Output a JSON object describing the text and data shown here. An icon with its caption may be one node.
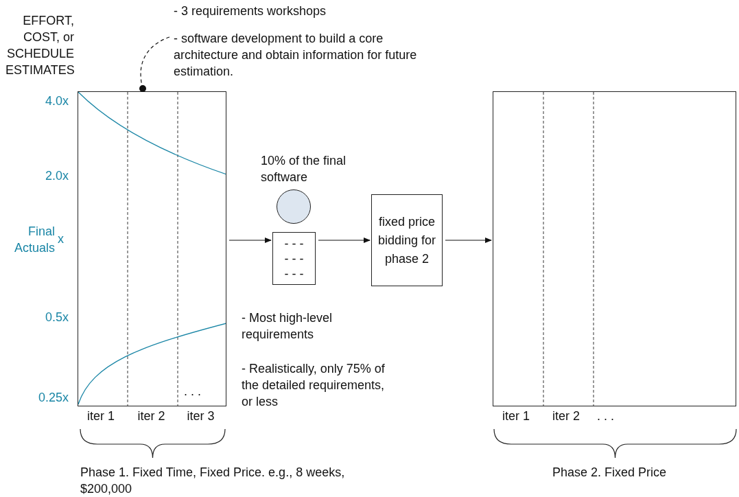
{
  "diagram": {
    "nodes": [
      {
        "text": [],
        "shape": "box",
        "beside": [
          "iter 1",
          "iter 2",
          "iter 3",
          "Phase 1. Fixed Time, Fixed Price. e.g., 8 weeks, $200,000"
        ]
      },
      {
        "text": [],
        "shape": "circle",
        "beside": [
          "10% of the final software"
        ]
      },
      {
        "text": [
          "- - -",
          "- - -",
          "- - -"
        ],
        "beside": [
          "- Most high-level requirements",
          "- Realistically, only 75% of the detailed requirements, or less"
        ]
      },
      {
        "text": [
          "fixed price bidding for phase 2"
        ]
      },
      {
        "text": [],
        "shape": "box",
        "beside": [
          "iter 1",
          "iter 2",
          ". . .",
          "Phase 2. Fixed Price"
        ]
      },
      {
        "text": [
          "- 3 requirements workshops",
          "- software development to build a core architecture and obtain information for future estimation."
        ]
      }
    ],
    "edges": [
      {
        "from": 0,
        "to": 2,
        "arrow": "to"
      },
      {
        "from": 2,
        "to": 3,
        "arrow": "to"
      },
      {
        "from": 3,
        "to": 4,
        "arrow": "to"
      },
      {
        "from": 5,
        "to": 0,
        "arrow": "other",
        "style": "dashed"
      }
    ],
    "labels": [
      "EFFORT, COST, or SCHEDULE ESTIMATES",
      "4.0x",
      "2.0x",
      "Final Actuals",
      "x",
      "0.5x",
      "0.25x",
      ". . ."
    ]
  }
}
